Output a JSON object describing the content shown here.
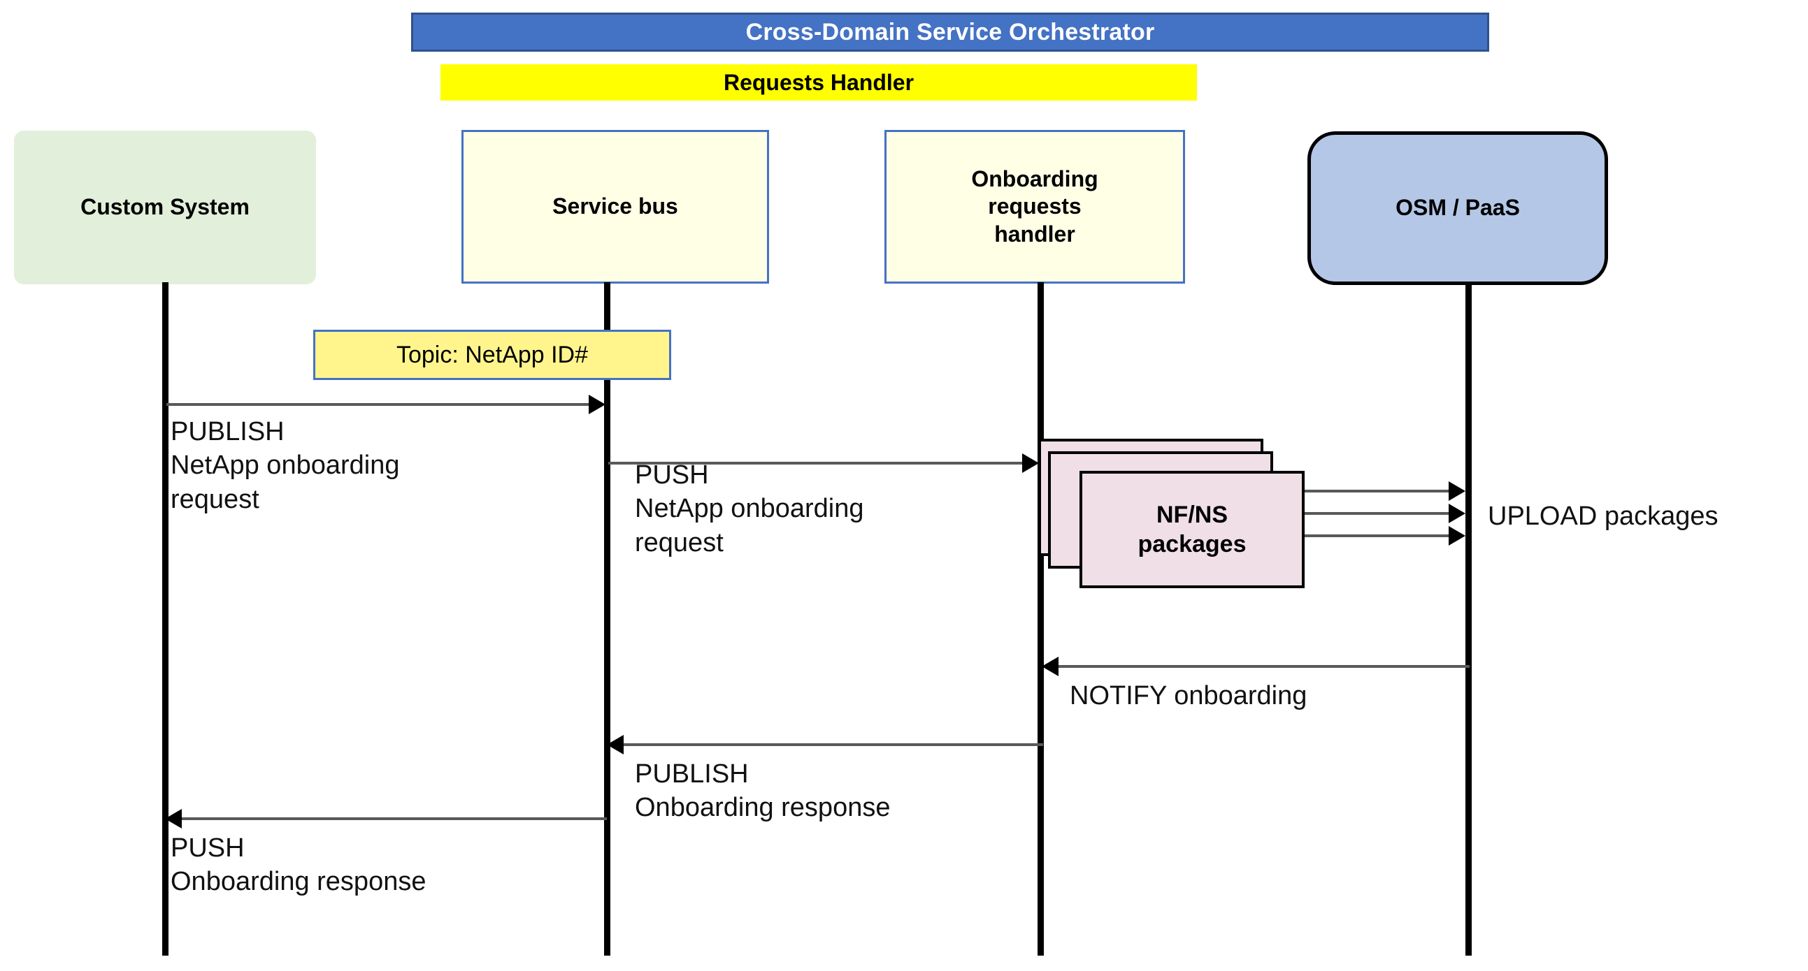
{
  "header": {
    "orchestrator_title": "Cross-Domain Service Orchestrator",
    "requests_handler_title": "Requests Handler",
    "orchestrator_fill": "#4472C4",
    "orchestrator_border": "#2F528F",
    "requests_handler_fill": "#FFFF00"
  },
  "participants": [
    {
      "id": "custom-system",
      "label": "Custom System",
      "fill": "#E2EFDA",
      "shape": "rounded-rect"
    },
    {
      "id": "service-bus",
      "label": "Service bus",
      "fill": "#FFFFE6",
      "border": "#4472C4",
      "shape": "rect"
    },
    {
      "id": "onboarding-requests-handler",
      "label": "Onboarding\nrequests\nhandler",
      "fill": "#FFFFE6",
      "border": "#4472C4",
      "shape": "rect"
    },
    {
      "id": "osm-paas",
      "label": "OSM / PaaS",
      "fill": "#B4C7E7",
      "border": "#000000",
      "shape": "rounded-rect"
    }
  ],
  "notes": [
    {
      "id": "topic-note",
      "label": "Topic: NetApp ID#",
      "fill": "#FFF58C",
      "border": "#4472C4"
    }
  ],
  "artifacts": [
    {
      "id": "nf-ns-packages",
      "label": "NF/NS\npackages",
      "fill": "#F0DFE6",
      "border": "#000000",
      "count": 3
    }
  ],
  "messages": [
    {
      "id": "publish-netapp-onboarding-request",
      "from": "custom-system",
      "to": "service-bus",
      "direction": "right",
      "label": "PUBLISH\nNetApp onboarding\nrequest"
    },
    {
      "id": "push-netapp-onboarding-request",
      "from": "service-bus",
      "to": "onboarding-requests-handler",
      "direction": "right",
      "label": "PUSH\nNetApp onboarding\nrequest"
    },
    {
      "id": "upload-packages",
      "from": "onboarding-requests-handler",
      "to": "osm-paas",
      "direction": "right",
      "label": "UPLOAD packages",
      "arrow_count": 3
    },
    {
      "id": "notify-onboarding",
      "from": "osm-paas",
      "to": "onboarding-requests-handler",
      "direction": "left",
      "label": "NOTIFY onboarding"
    },
    {
      "id": "publish-onboarding-response",
      "from": "onboarding-requests-handler",
      "to": "service-bus",
      "direction": "left",
      "label": "PUBLISH\nOnboarding response"
    },
    {
      "id": "push-onboarding-response",
      "from": "service-bus",
      "to": "custom-system",
      "direction": "left",
      "label": "PUSH\nOnboarding response"
    }
  ]
}
